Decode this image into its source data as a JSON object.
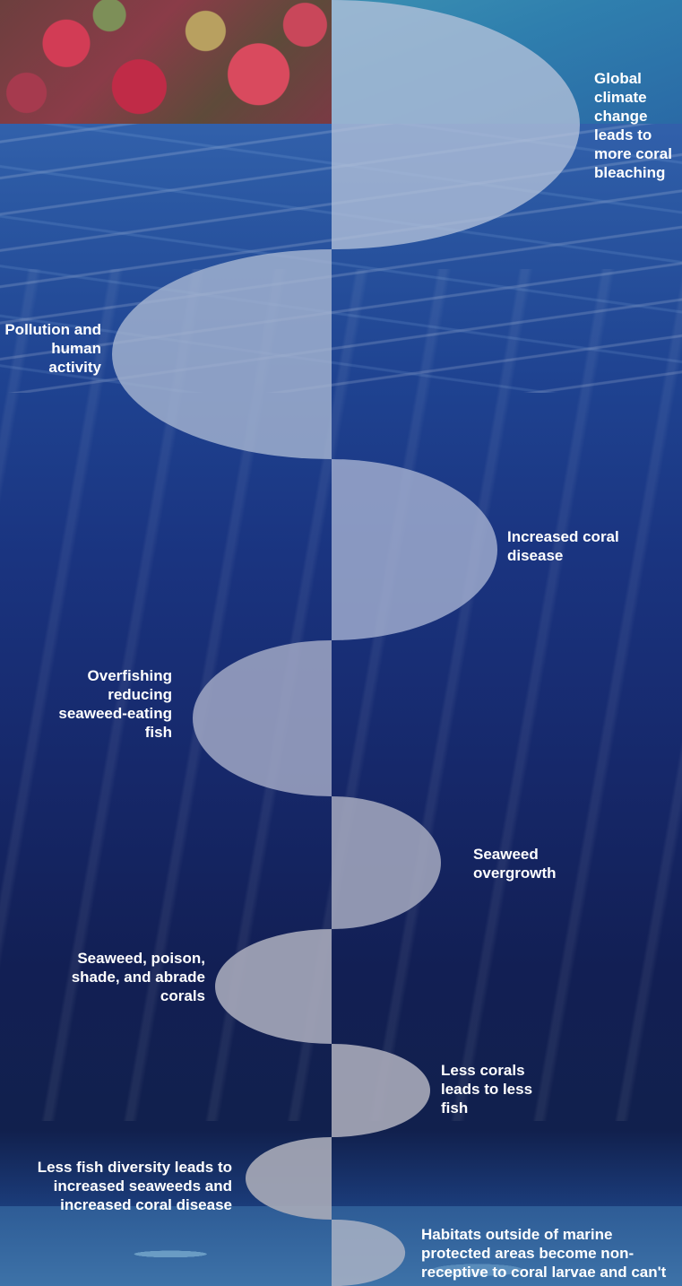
{
  "steps": [
    {
      "side": "right",
      "text": "Global climate change leads to more coral bleaching"
    },
    {
      "side": "left",
      "text": "Pollution and human activity"
    },
    {
      "side": "right",
      "text": "Increased coral disease"
    },
    {
      "side": "left",
      "text": "Overfishing reducing seaweed-eating fish"
    },
    {
      "side": "right",
      "text": "Seaweed overgrowth"
    },
    {
      "side": "left",
      "text": "Seaweed, poison, shade, and abrade corals"
    },
    {
      "side": "right",
      "text": "Less corals leads to less fish"
    },
    {
      "side": "left",
      "text": "Less fish diversity leads to increased seaweeds and increased coral disease"
    },
    {
      "side": "right",
      "text": "Habitats outside of marine protected areas become non-receptive to coral larvae and can't recover"
    }
  ]
}
